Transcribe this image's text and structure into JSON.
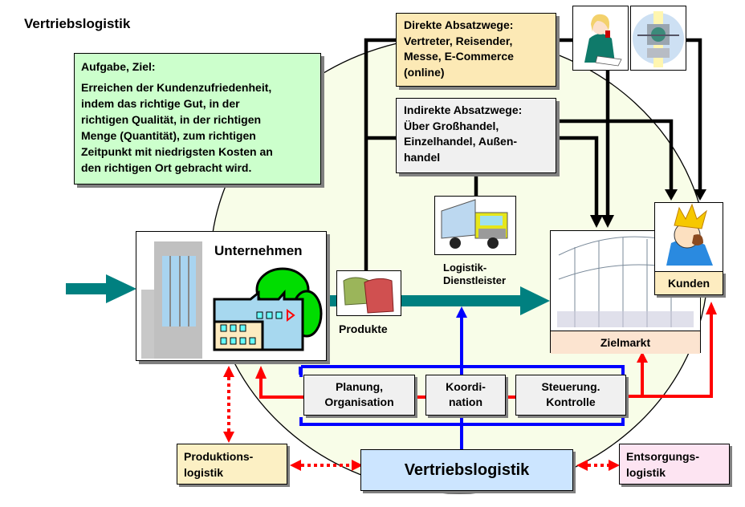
{
  "title": "Vertriebslogistik",
  "goal_box": {
    "heading": "Aufgabe, Ziel:",
    "lines": [
      "Erreichen der Kundenzufriedenheit,",
      "indem das richtige Gut, in der",
      "richtigen Qualität, in der richtigen",
      "Menge (Quantität), zum richtigen",
      "Zeitpunkt mit niedrigsten Kosten an",
      "den richtigen Ort gebracht wird."
    ]
  },
  "direct_channels": {
    "lines": [
      "Direkte Absatzwege:",
      "Vertreter, Reisender,",
      "Messe, E-Commerce",
      "(online)"
    ]
  },
  "indirect_channels": {
    "lines": [
      "Indirekte Absatzwege:",
      "Über Großhandel,",
      "Einzelhandel, Außen-",
      "handel"
    ]
  },
  "nodes": {
    "company": "Unternehmen",
    "products": "Produkte",
    "logistics_provider": [
      "Logistik-",
      "Dienstleister"
    ],
    "target_market": "Zielmarkt",
    "customers": "Kunden"
  },
  "functions": [
    {
      "lines": [
        "Planung,",
        "Organisation"
      ]
    },
    {
      "lines": [
        "Koordi-",
        "nation"
      ]
    },
    {
      "lines": [
        "Steuerung.",
        "Kontrolle"
      ]
    }
  ],
  "bottom": {
    "production": [
      "Produktions-",
      "logistik"
    ],
    "center": "Vertriebslogistik",
    "disposal": [
      "Entsorgungs-",
      "logistik"
    ]
  },
  "colors": {
    "goal_bg": "#ccffcc",
    "direct_bg": "#fce9b5",
    "indirect_bg": "#f0f0f0",
    "circle_bg": "#f8fde8",
    "flow_arrow": "#008080",
    "control_line": "#ff0000",
    "coordination_line": "#0000ff",
    "center_bg": "#cce5ff",
    "production_bg": "#fcf0c4",
    "disposal_bg": "#fde4f2",
    "market_label_bg": "#fce4d0",
    "customer_label_bg": "#fdecc0"
  }
}
